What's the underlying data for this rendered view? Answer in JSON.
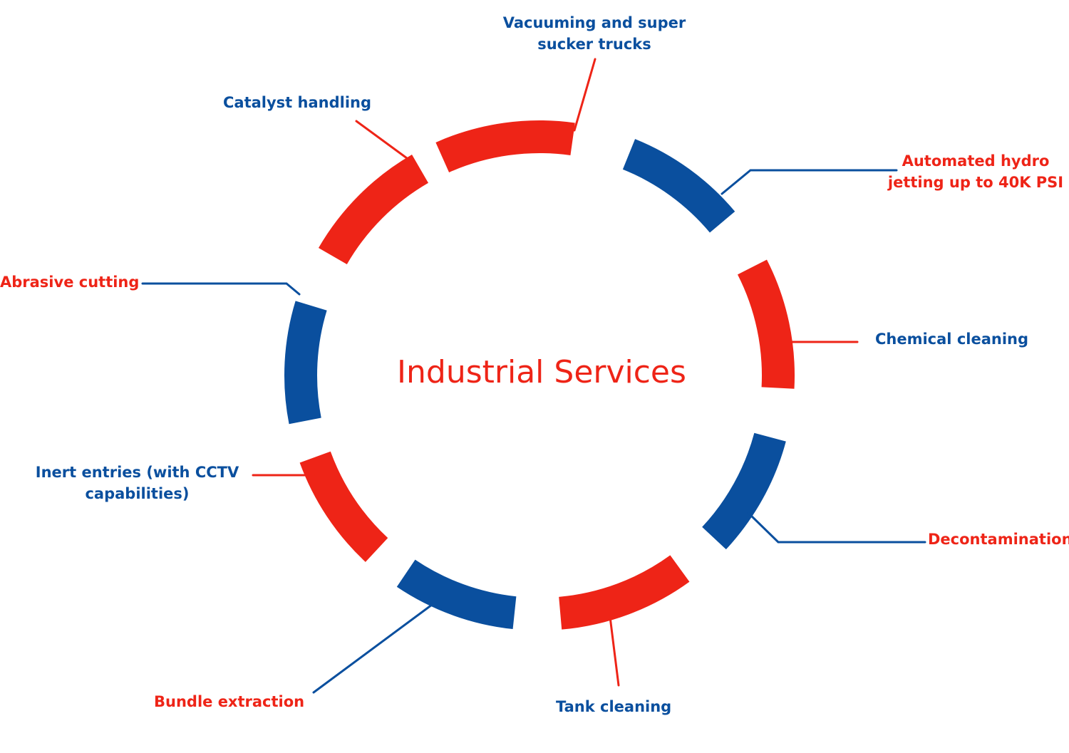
{
  "title": "Industrial Services",
  "colors": {
    "red": "#ee2417",
    "blue": "#0a4f9e"
  },
  "segments": [
    {
      "label": "Vacuuming and super sucker trucks",
      "line1": "Vacuuming and super",
      "line2": "sucker trucks",
      "segment_color": "red",
      "text_color": "blue"
    },
    {
      "label": "Automated hydro jetting up to 40K PSI",
      "line1": "Automated hydro",
      "line2": "jetting up to 40K PSI",
      "segment_color": "blue",
      "text_color": "red"
    },
    {
      "label": "Chemical cleaning",
      "line1": "Chemical cleaning",
      "segment_color": "red",
      "text_color": "blue"
    },
    {
      "label": "Decontamination",
      "line1": "Decontamination",
      "segment_color": "blue",
      "text_color": "red"
    },
    {
      "label": "Tank cleaning",
      "line1": "Tank cleaning",
      "segment_color": "red",
      "text_color": "blue"
    },
    {
      "label": "Bundle extraction",
      "line1": "Bundle extraction",
      "segment_color": "blue",
      "text_color": "red"
    },
    {
      "label": "Inert entries (with CCTV capabilities)",
      "line1": "Inert entries (with CCTV",
      "line2": "capabilities)",
      "segment_color": "red",
      "text_color": "blue"
    },
    {
      "label": "Abrasive cutting",
      "line1": "Abrasive cutting",
      "segment_color": "blue",
      "text_color": "red"
    },
    {
      "label": "Catalyst handling",
      "line1": "Catalyst handling",
      "segment_color": "red",
      "text_color": "blue"
    }
  ]
}
